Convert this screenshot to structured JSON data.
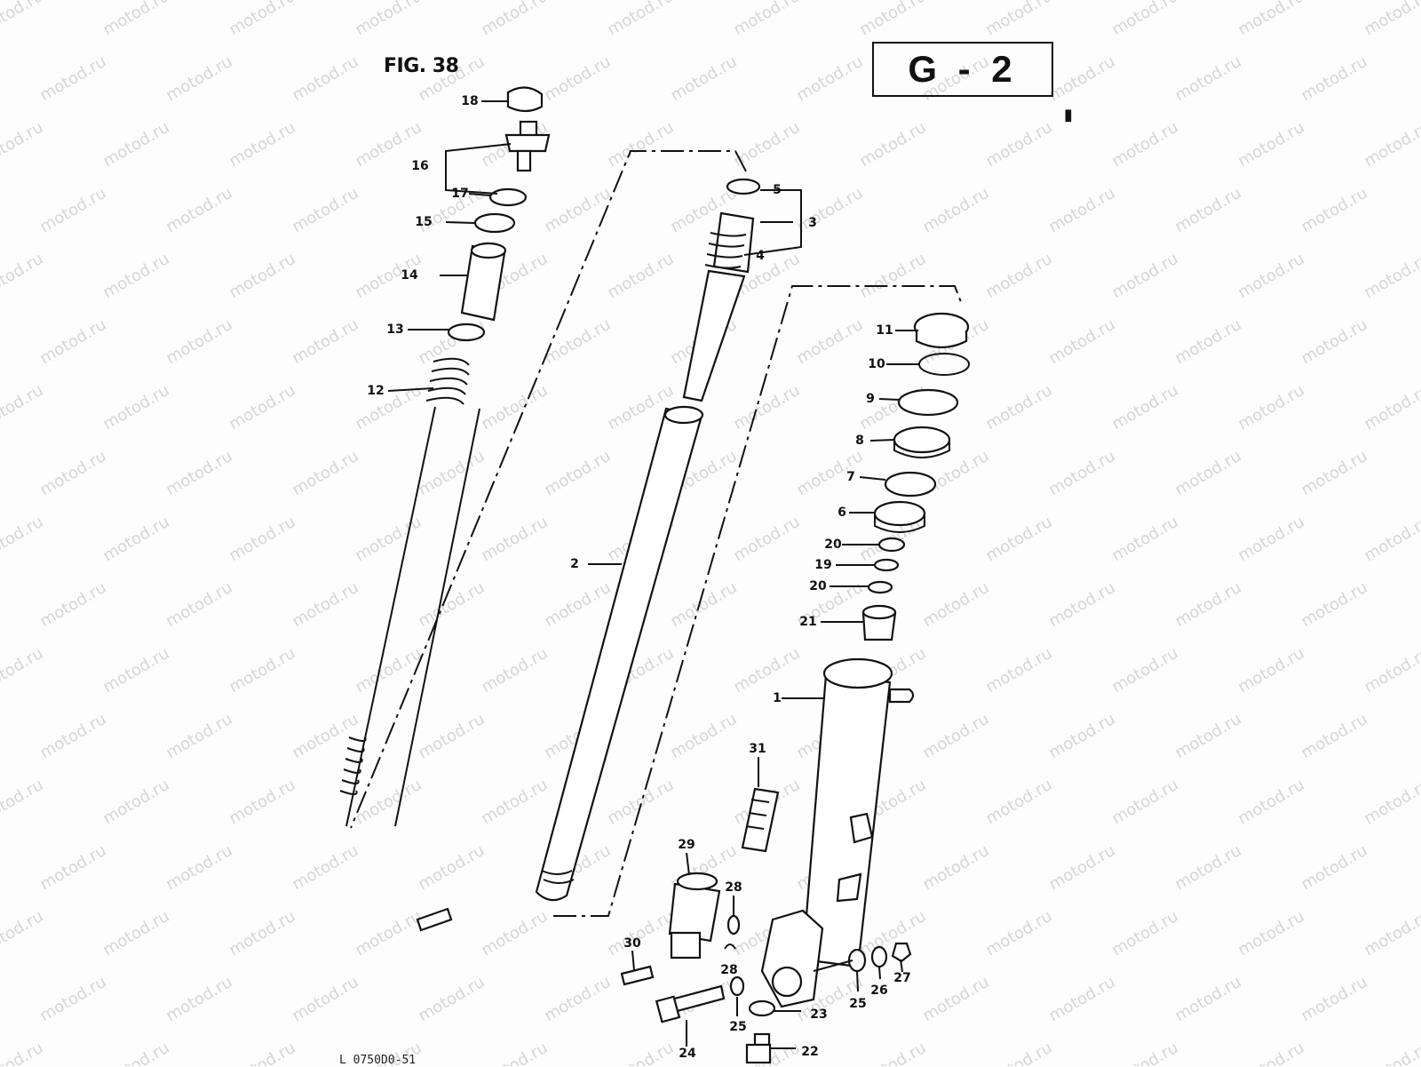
{
  "figure": {
    "title": "FIG. 38",
    "page_code": "G - 2",
    "marker": "▮"
  },
  "bottom_code": "L 0750D0-51",
  "watermark": "motod.ru",
  "callouts": {
    "p18": "18",
    "p16": "16",
    "p17": "17",
    "p15": "15",
    "p14": "14",
    "p13": "13",
    "p12": "12",
    "p5": "5",
    "p3": "3",
    "p4": "4",
    "p2": "2",
    "p11": "11",
    "p10": "10",
    "p9": "9",
    "p8": "8",
    "p7": "7",
    "p6": "6",
    "p20a": "20",
    "p19": "19",
    "p20b": "20",
    "p21": "21",
    "p1": "1",
    "p31": "31",
    "p29": "29",
    "p28a": "28",
    "p28b": "28",
    "p30": "30",
    "p24": "24",
    "p25a": "25",
    "p23": "23",
    "p22": "22",
    "p25b": "25",
    "p26": "26",
    "p27": "27"
  }
}
